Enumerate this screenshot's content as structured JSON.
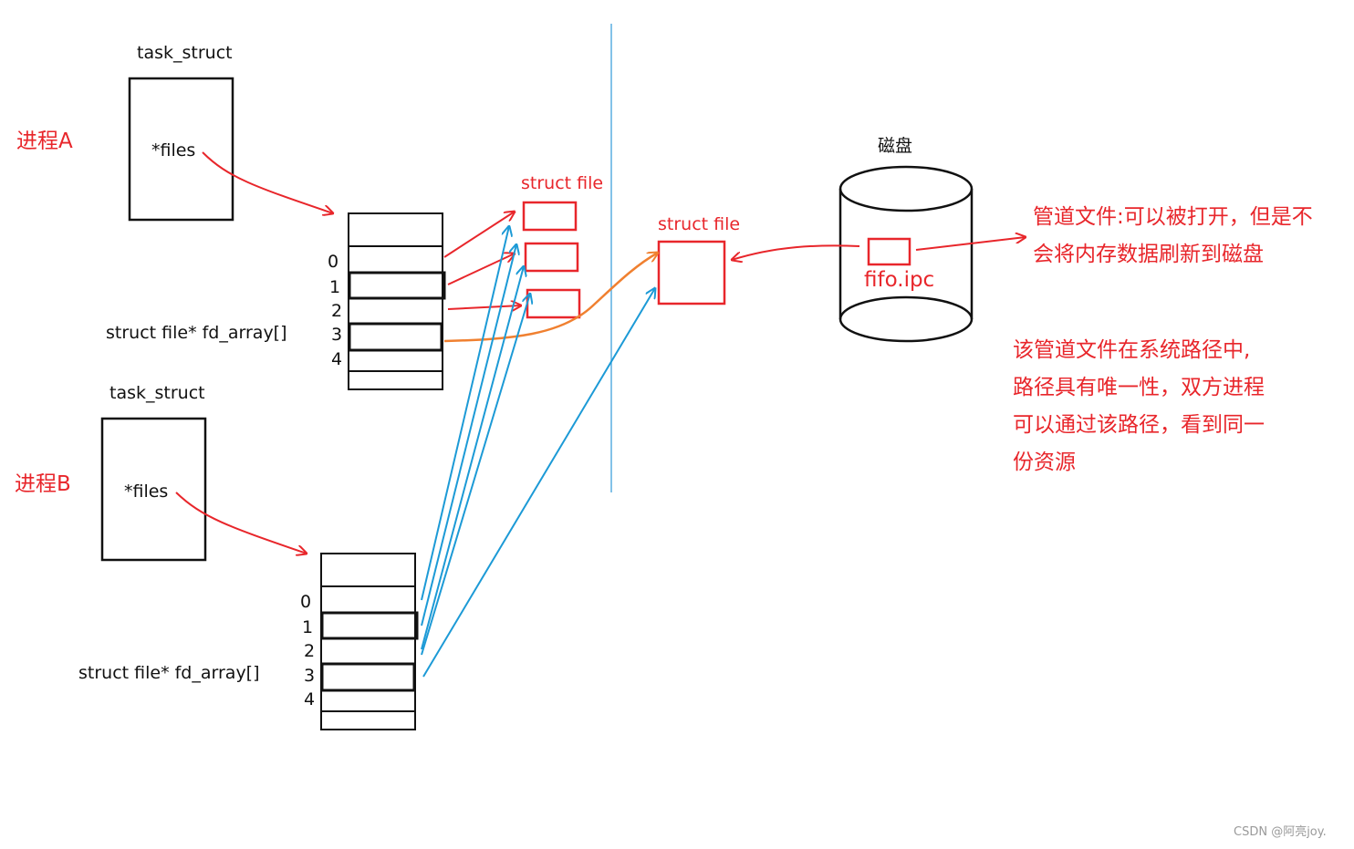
{
  "process_a": {
    "name": "进程A",
    "task_struct_label": "task_struct",
    "files_label": "*files",
    "fd_array_label": "struct file* fd_array[]",
    "indices": [
      "0",
      "1",
      "2",
      "3",
      "4"
    ]
  },
  "process_b": {
    "name": "进程B",
    "task_struct_label": "task_struct",
    "files_label": "*files",
    "fd_array_label": "struct file* fd_array[]",
    "indices": [
      "0",
      "1",
      "2",
      "3",
      "4"
    ]
  },
  "struct_file_group_label": "struct file",
  "struct_file_shared_label": "struct file",
  "disk": {
    "label": "磁盘",
    "file_name": "fifo.ipc"
  },
  "notes": {
    "pipe_file": [
      "管道文件:可以被打开，但是不",
      "会将内存数据刷新到磁盘"
    ],
    "path_unique": [
      "该管道文件在系统路径中,",
      "路径具有唯一性，双方进程",
      "可以通过该路径，看到同一",
      "份资源"
    ]
  },
  "watermark": "CSDN @阿亮joy.",
  "colors": {
    "red": "#e8262b",
    "blue": "#1c9ad6",
    "orange": "#f08030",
    "black": "#111111",
    "divider": "#5aaee0"
  }
}
